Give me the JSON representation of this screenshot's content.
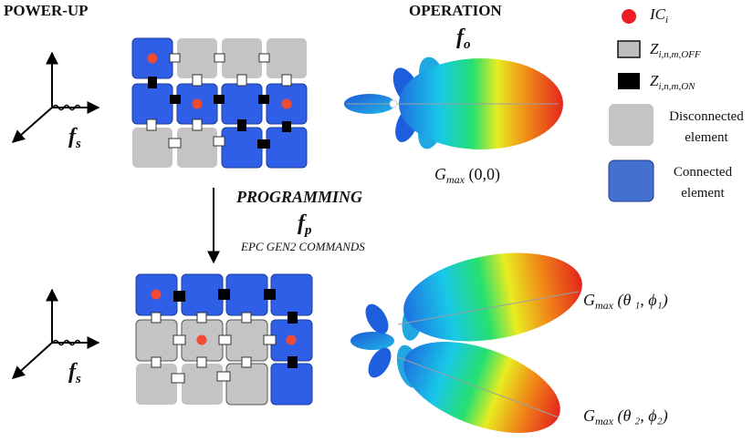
{
  "headers": {
    "power_up": "POWER-UP",
    "operation": "OPERATION"
  },
  "freq": {
    "source_symbol": "f",
    "source_sub": "s",
    "operation_symbol": "f",
    "operation_sub": "o",
    "programming_symbol": "f",
    "programming_sub": "p"
  },
  "programming": {
    "title": "PROGRAMMING",
    "commands": "EPC GEN2 COMMANDS"
  },
  "gain": {
    "top": {
      "symbol": "G",
      "sub": "max",
      "value": "(0,0)"
    },
    "beam1": {
      "symbol": "G",
      "sub": "max",
      "value": "(θ ₁, ϕ₁)"
    },
    "beam2": {
      "symbol": "G",
      "sub": "max",
      "value": "(θ ₂, ϕ₂)"
    }
  },
  "legend": {
    "ic": {
      "symbol": "IC",
      "sub": "i"
    },
    "z_off": {
      "symbol": "Z",
      "sub": "i,n,m,OFF"
    },
    "z_on": {
      "symbol": "Z",
      "sub": "i,n,m,ON"
    },
    "disconnected": {
      "line1": "Disconnected",
      "line2": "element"
    },
    "connected": {
      "line1": "Connected",
      "line2": "element"
    }
  },
  "colors": {
    "connected": "#2f5fe6",
    "disconnected": "#c4c4c4",
    "ic_dot": "#f04a32",
    "switch_on": "#000000",
    "switch_off": "#ffffff"
  }
}
